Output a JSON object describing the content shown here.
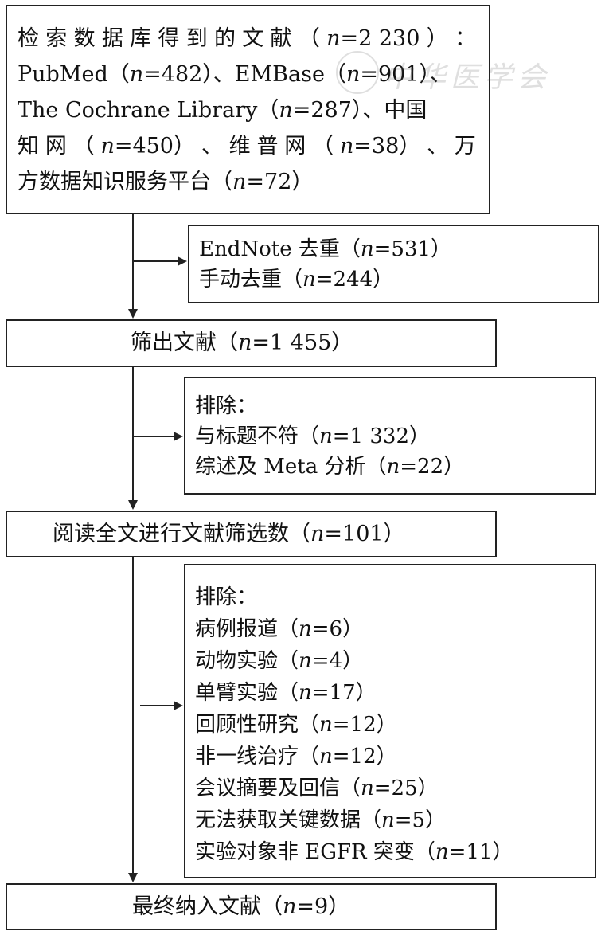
{
  "box1": {
    "l1": [
      "检",
      "索",
      "数",
      "据",
      "库",
      "得",
      "到",
      "的",
      "文",
      "献",
      "（",
      "n",
      "=2 230",
      "）",
      "："
    ],
    "l2": [
      "PubMed（",
      "n",
      "=482）、EMBase（",
      "n",
      "=901）、"
    ],
    "l3": [
      "The Cochrane Library（",
      "n",
      "=287）、中国"
    ],
    "l4": [
      "知",
      "网",
      "（",
      "n",
      "=450）",
      "、",
      "维",
      "普",
      "网",
      "（",
      "n",
      "=38）",
      "、",
      "万"
    ],
    "l5": [
      "方数据知识服务平台（",
      "n",
      "=72）"
    ]
  },
  "excl1": {
    "l1": [
      "EndNote 去重（",
      "n",
      "=531）"
    ],
    "l2": [
      "手动去重（",
      "n",
      "=244）"
    ]
  },
  "box2": [
    "筛出文献（",
    "n",
    "=1 455）"
  ],
  "excl2": {
    "heading": "排除：",
    "l1": [
      "与标题不符（",
      "n",
      "=1 332）"
    ],
    "l2": [
      "综述及 Meta 分析（",
      "n",
      "=22）"
    ]
  },
  "box3": [
    "阅读全文进行文献筛选数（",
    "n",
    "=101）"
  ],
  "excl3": {
    "heading": "排除：",
    "items": [
      [
        "病例报道（",
        "n",
        "=6）"
      ],
      [
        "动物实验（",
        "n",
        "=4）"
      ],
      [
        "单臂实验（",
        "n",
        "=17）"
      ],
      [
        "回顾性研究（",
        "n",
        "=12）"
      ],
      [
        "非一线治疗（",
        "n",
        "=12）"
      ],
      [
        "会议摘要及回信（",
        "n",
        "=25）"
      ],
      [
        "无法获取关键数据（",
        "n",
        "=5）"
      ],
      [
        "实验对象非 EGFR 突变（",
        "n",
        "=11）"
      ]
    ]
  },
  "box4": [
    "最终纳入文献（",
    "n",
    "=9）"
  ],
  "watermark": "中华医学会"
}
